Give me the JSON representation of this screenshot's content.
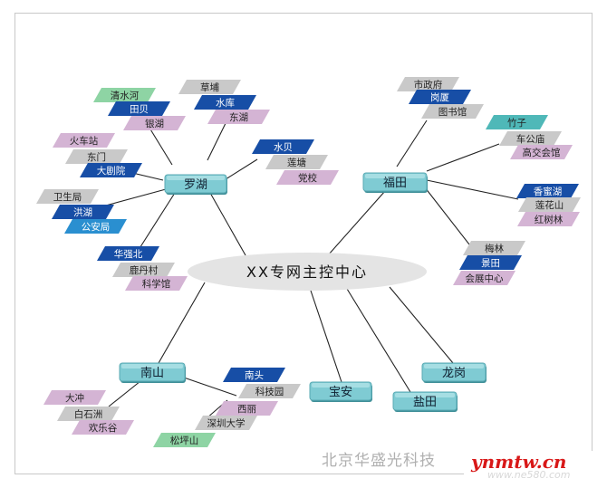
{
  "center": {
    "label": "XX专网主控中心"
  },
  "hubs": [
    {
      "id": "luohu",
      "label": "罗湖"
    },
    {
      "id": "futian",
      "label": "福田"
    },
    {
      "id": "nanshan",
      "label": "南山"
    },
    {
      "id": "baoan",
      "label": "宝安"
    },
    {
      "id": "yantian",
      "label": "盐田"
    },
    {
      "id": "longgang",
      "label": "龙岗"
    }
  ],
  "leaves": [
    {
      "hub": "luohu",
      "label": "清水河",
      "color": "green"
    },
    {
      "hub": "luohu",
      "label": "田贝",
      "color": "blue"
    },
    {
      "hub": "luohu",
      "label": "银湖",
      "color": "pink"
    },
    {
      "hub": "luohu",
      "label": "草埔",
      "color": "gray"
    },
    {
      "hub": "luohu",
      "label": "水库",
      "color": "blue"
    },
    {
      "hub": "luohu",
      "label": "东湖",
      "color": "pink"
    },
    {
      "hub": "luohu",
      "label": "水贝",
      "color": "blue"
    },
    {
      "hub": "luohu",
      "label": "莲塘",
      "color": "gray"
    },
    {
      "hub": "luohu",
      "label": "党校",
      "color": "pink"
    },
    {
      "hub": "luohu",
      "label": "火车站",
      "color": "pink"
    },
    {
      "hub": "luohu",
      "label": "东门",
      "color": "gray"
    },
    {
      "hub": "luohu",
      "label": "大剧院",
      "color": "blue"
    },
    {
      "hub": "luohu",
      "label": "卫生局",
      "color": "gray"
    },
    {
      "hub": "luohu",
      "label": "洪湖",
      "color": "blue"
    },
    {
      "hub": "luohu",
      "label": "公安局",
      "color": "cyan"
    },
    {
      "hub": "luohu",
      "label": "华强北",
      "color": "blue"
    },
    {
      "hub": "luohu",
      "label": "鹿丹村",
      "color": "gray"
    },
    {
      "hub": "luohu",
      "label": "科学馆",
      "color": "pink"
    },
    {
      "hub": "futian",
      "label": "市政府",
      "color": "gray"
    },
    {
      "hub": "futian",
      "label": "岗厦",
      "color": "blue"
    },
    {
      "hub": "futian",
      "label": "图书馆",
      "color": "gray"
    },
    {
      "hub": "futian",
      "label": "竹子",
      "color": "teal"
    },
    {
      "hub": "futian",
      "label": "车公庙",
      "color": "gray"
    },
    {
      "hub": "futian",
      "label": "高交会馆",
      "color": "pink"
    },
    {
      "hub": "futian",
      "label": "香蜜湖",
      "color": "blue"
    },
    {
      "hub": "futian",
      "label": "莲花山",
      "color": "gray"
    },
    {
      "hub": "futian",
      "label": "红树林",
      "color": "pink"
    },
    {
      "hub": "futian",
      "label": "梅林",
      "color": "gray"
    },
    {
      "hub": "futian",
      "label": "景田",
      "color": "blue"
    },
    {
      "hub": "futian",
      "label": "会展中心",
      "color": "pink"
    },
    {
      "hub": "nanshan",
      "label": "大冲",
      "color": "pink"
    },
    {
      "hub": "nanshan",
      "label": "白石洲",
      "color": "gray"
    },
    {
      "hub": "nanshan",
      "label": "欢乐谷",
      "color": "pink"
    },
    {
      "hub": "nanshan",
      "label": "南头",
      "color": "blue"
    },
    {
      "hub": "nanshan",
      "label": "科技园",
      "color": "gray"
    },
    {
      "hub": "nanshan",
      "label": "西丽",
      "color": "pink"
    },
    {
      "hub": "nanshan",
      "label": "深圳大学",
      "color": "gray"
    },
    {
      "hub": "nanshan",
      "label": "松坪山",
      "color": "green"
    }
  ],
  "palette": {
    "blue": "#174ea6",
    "gray": "#c9c9c9",
    "pink": "#d4b4d4",
    "green": "#8ed4a4",
    "teal": "#4fb8b8",
    "cyan": "#2a8fd0",
    "hub_fill": "#7fcbd3",
    "center_fill": "#e4e4e4",
    "line": "#222222"
  },
  "watermark": {
    "text": "北京华盛光科技",
    "logo": "ynmtw.cn",
    "sub": "www.ne580.com"
  }
}
